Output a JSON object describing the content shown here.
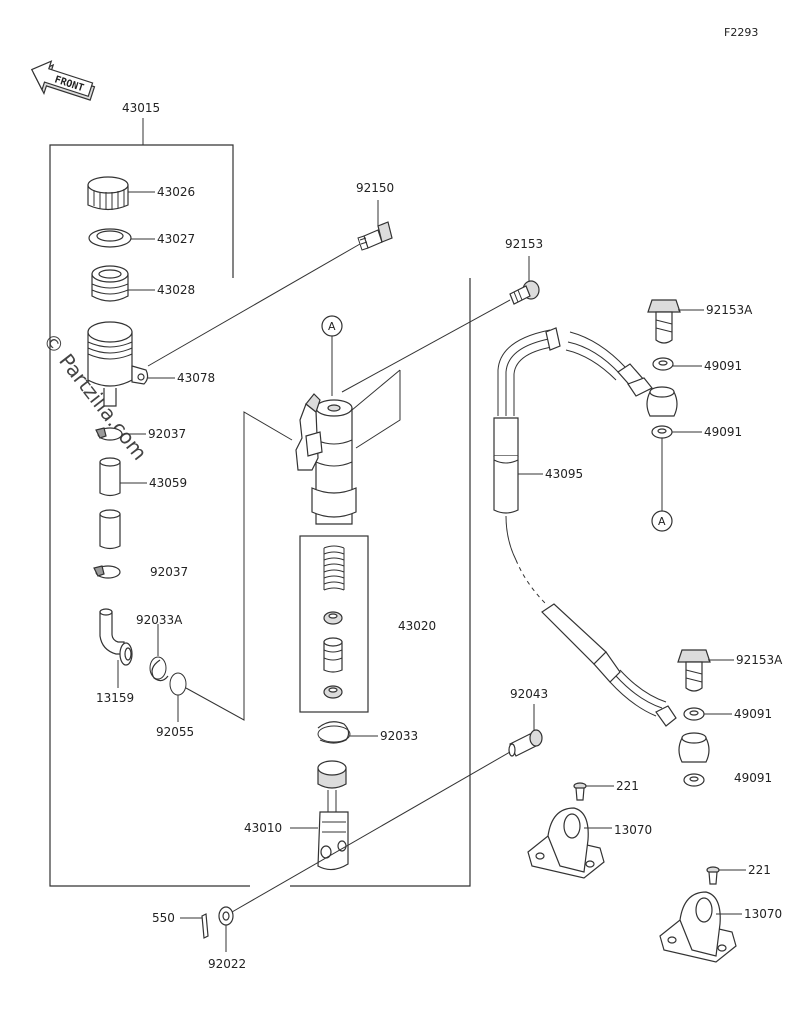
{
  "diagram": {
    "figure_code": "F2293",
    "front_label": "FRONT",
    "watermark": "© Partzilla.com",
    "callouts": {
      "c43015": "43015",
      "c43026": "43026",
      "c43027": "43027",
      "c43028": "43028",
      "c43078": "43078",
      "c92037a": "92037",
      "c43059": "43059",
      "c92037b": "92037",
      "c92033a": "92033A",
      "c13159": "13159",
      "c92055": "92055",
      "c92150": "92150",
      "c92153": "92153",
      "c43020": "43020",
      "c92033": "92033",
      "c43010": "43010",
      "c92043": "92043",
      "c550": "550",
      "c92022": "92022",
      "c92153Aa": "92153A",
      "c49091a": "49091",
      "c49091b": "49091",
      "c43095": "43095",
      "c92153Ab": "92153A",
      "c49091c": "49091",
      "c49091d": "49091",
      "c221a": "221",
      "c13070a": "13070",
      "c221b": "221",
      "c13070b": "13070"
    },
    "markers": {
      "a_top": "A",
      "a_right": "A"
    }
  }
}
